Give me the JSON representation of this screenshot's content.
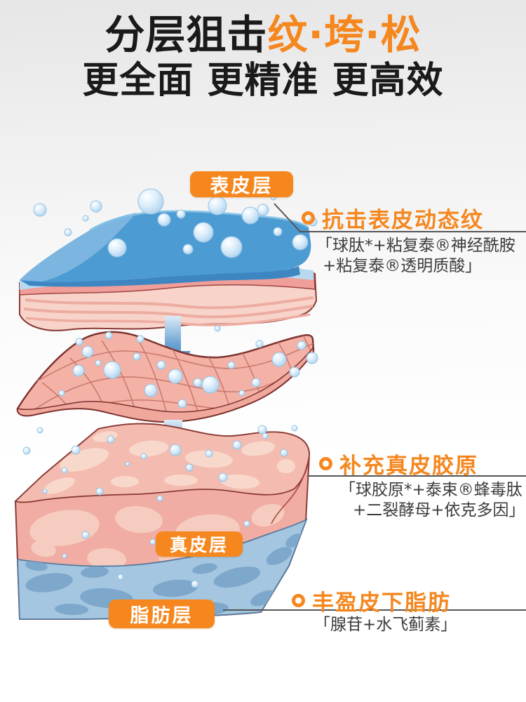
{
  "title": {
    "line1_black": "分层狙击",
    "line1_accent": "纹·垮·松",
    "line2": "更全面 更精准 更高效"
  },
  "badges": {
    "epidermis": "表皮层",
    "dermis": "真皮层",
    "fat": "脂肪层"
  },
  "annotations": [
    {
      "heading": "抗击表皮动态纹",
      "body_line1": "「球肽*+粘复泰®神经酰胺",
      "body_line2": "+粘复泰®透明质酸」"
    },
    {
      "heading": "补充真皮胶原",
      "body_line1": "「球胶原*+泰束®蜂毒肽",
      "body_line2": "+二裂酵母+依克多因」"
    },
    {
      "heading": "丰盈皮下脂肪",
      "body_line1": "「腺苷+水飞蓟素」",
      "body_line2": ""
    }
  ],
  "colors": {
    "accent_orange": "#F5871F",
    "title_black": "#1A1A1A",
    "body_text": "#3C3C3C",
    "epidermis_blue": "#4D9BD3",
    "dermis_pink": "#F4B1A6",
    "fat_blue": "#A4C6E0"
  },
  "icons": {
    "bullet": "ring-bullet-icon",
    "arrow": "down-arrow-icon",
    "droplet": "water-droplet-icon"
  }
}
